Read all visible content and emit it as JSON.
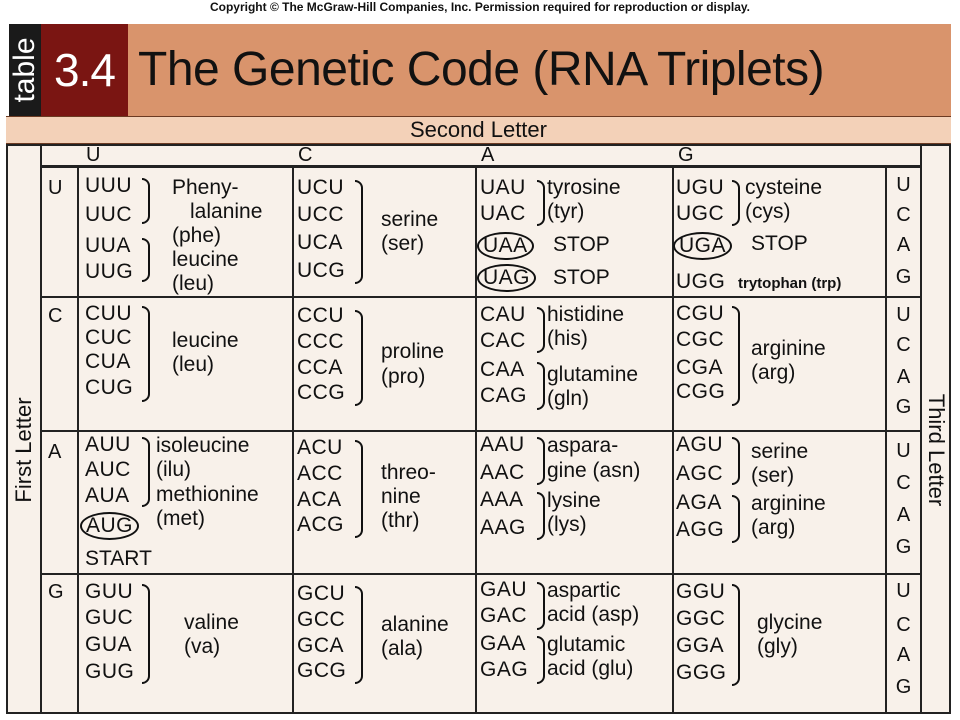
{
  "copyright": "Copyright © The McGraw-Hill Companies, Inc. Permission required for reproduction or display.",
  "header": {
    "table_word": "table",
    "number": "3.4",
    "title": "The Genetic Code (RNA Triplets)"
  },
  "axes": {
    "second": "Second Letter",
    "first": "First Letter",
    "third": "Third Letter"
  },
  "columns": [
    "U",
    "C",
    "A",
    "G"
  ],
  "rows": [
    "U",
    "C",
    "A",
    "G"
  ],
  "third_letters": [
    "U",
    "C",
    "A",
    "G"
  ],
  "codons": {
    "U": {
      "U": [
        "UUU",
        "UUC",
        "UUA",
        "UUG"
      ],
      "C": [
        "UCU",
        "UCC",
        "UCA",
        "UCG"
      ],
      "A": [
        "UAU",
        "UAC",
        "UAA",
        "UAG"
      ],
      "G": [
        "UGU",
        "UGC",
        "UGA",
        "UGG"
      ]
    },
    "C": {
      "U": [
        "CUU",
        "CUC",
        "CUA",
        "CUG"
      ],
      "C": [
        "CCU",
        "CCC",
        "CCA",
        "CCG"
      ],
      "A": [
        "CAU",
        "CAC",
        "CAA",
        "CAG"
      ],
      "G": [
        "CGU",
        "CGC",
        "CGA",
        "CGG"
      ]
    },
    "A": {
      "U": [
        "AUU",
        "AUC",
        "AUA",
        "AUG"
      ],
      "C": [
        "ACU",
        "ACC",
        "ACA",
        "ACG"
      ],
      "A": [
        "AAU",
        "AAC",
        "AAA",
        "AAG"
      ],
      "G": [
        "AGU",
        "AGC",
        "AGA",
        "AGG"
      ]
    },
    "G": {
      "U": [
        "GUU",
        "GUC",
        "GUA",
        "GUG"
      ],
      "C": [
        "GCU",
        "GCC",
        "GCA",
        "GCG"
      ],
      "A": [
        "GAU",
        "GAC",
        "GAA",
        "GAG"
      ],
      "G": [
        "GGU",
        "GGC",
        "GGA",
        "GGG"
      ]
    }
  },
  "amino": {
    "UU_1": "Pheny-",
    "UU_2": "lalanine",
    "UU_3": "(phe)",
    "UU_4": "leucine",
    "UU_5": "(leu)",
    "UC_1": "serine",
    "UC_2": "(ser)",
    "UA_1": "tyrosine",
    "UA_2": "(tyr)",
    "UA_stop1": "STOP",
    "UA_stop2": "STOP",
    "UG_1": "cysteine",
    "UG_2": "(cys)",
    "UG_stop": "STOP",
    "UG_trp": "trytophan (trp)",
    "CU_1": "leucine",
    "CU_2": "(leu)",
    "CC_1": "proline",
    "CC_2": "(pro)",
    "CA_1": "histidine",
    "CA_2": "(his)",
    "CA_3": "glutamine",
    "CA_4": "(gln)",
    "CG_1": "arginine",
    "CG_2": "(arg)",
    "AU_1": "isoleucine",
    "AU_2": "(ilu)",
    "AU_3": "methionine",
    "AU_4": "(met)",
    "AU_start": "START",
    "AC_1": "threo-",
    "AC_2": "nine",
    "AC_3": "(thr)",
    "AA_1": "aspara-",
    "AA_2": "gine (asn)",
    "AA_3": "lysine",
    "AA_4": "(lys)",
    "AG_1": "serine",
    "AG_2": "(ser)",
    "AG_3": "arginine",
    "AG_4": "(arg)",
    "GU_1": "valine",
    "GU_2": "(va)",
    "GC_1": "alanine",
    "GC_2": "(ala)",
    "GA_1": "aspartic",
    "GA_2": "acid (asp)",
    "GA_3": "glutamic",
    "GA_4": "acid (glu)",
    "GG_1": "glycine",
    "GG_2": "(gly)"
  }
}
